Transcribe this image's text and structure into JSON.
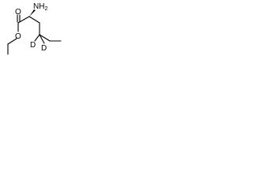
{
  "molecule": {
    "atoms": {
      "amine_label": "NH",
      "amine_subscript": "2",
      "carbonyl_oxygen": "O",
      "ester_oxygen": "O",
      "deuterium_1": "D",
      "deuterium_2": "D"
    },
    "colors": {
      "bond": "#000000",
      "label": "#000000",
      "background": "#ffffff"
    }
  }
}
